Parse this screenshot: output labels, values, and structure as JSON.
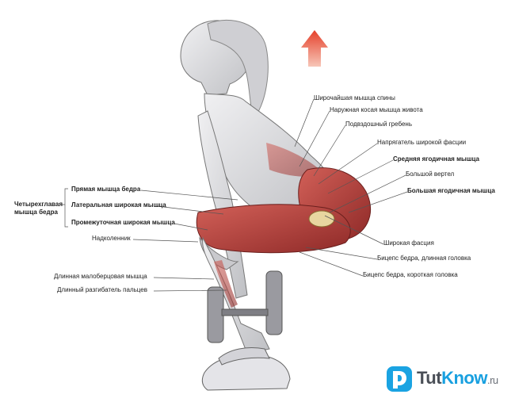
{
  "labels_right": [
    {
      "id": "latissimus",
      "text": "Широчайшая мышца спины",
      "bold": false
    },
    {
      "id": "ext-oblique",
      "text": "Наружная косая мышца живота",
      "bold": false
    },
    {
      "id": "iliac-crest",
      "text": "Подвздошный гребень",
      "bold": false
    },
    {
      "id": "tfl",
      "text": "Напрягатель широкой фасции",
      "bold": false
    },
    {
      "id": "glute-med",
      "text": "Средняя ягодичная мышца",
      "bold": true
    },
    {
      "id": "trochanter",
      "text": "Большой вертел",
      "bold": false
    },
    {
      "id": "glute-max",
      "text": "Большая ягодичная мышца",
      "bold": true
    },
    {
      "id": "fascia-lata",
      "text": "Широкая фасция",
      "bold": false
    },
    {
      "id": "biceps-long",
      "text": "Бицепс бедра, длинная головка",
      "bold": false
    },
    {
      "id": "biceps-short",
      "text": "Бицепс бедра, короткая головка",
      "bold": false
    }
  ],
  "labels_left": [
    {
      "id": "rectus-femoris",
      "text": "Прямая мышца бедра",
      "bold": true
    },
    {
      "id": "vastus-lateralis",
      "text": "Латеральная широкая мышца",
      "bold": true
    },
    {
      "id": "vastus-intermedius",
      "text": "Промежуточная широкая мышца",
      "bold": true
    },
    {
      "id": "patella",
      "text": "Надколенник",
      "bold": false
    },
    {
      "id": "peroneus-longus",
      "text": "Длинная малоберцовая мышца",
      "bold": false
    },
    {
      "id": "ext-digitorum",
      "text": "Длинный разгибатель пальцев",
      "bold": false
    }
  ],
  "quad_group": {
    "line1": "Четырехглавая",
    "line2": "мышца бедра"
  },
  "brand": {
    "part1": "Tut",
    "part2": "Know",
    "part3": ".ru"
  },
  "colors": {
    "arrow": "#e8502e",
    "muscle": "#b83a36",
    "skin": "#d9d9dc",
    "line": "#555555"
  }
}
